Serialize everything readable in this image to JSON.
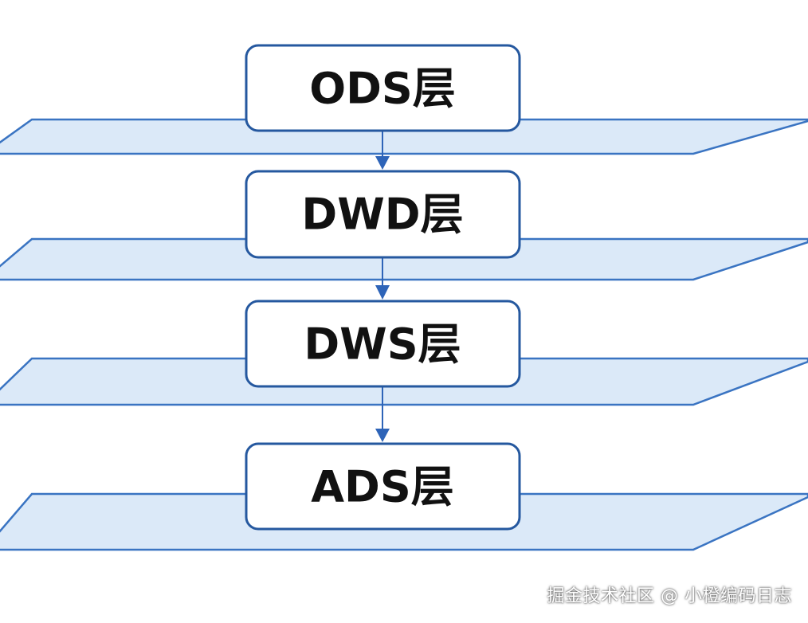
{
  "diagram": {
    "layers": [
      {
        "id": "ods",
        "label": "ODS层"
      },
      {
        "id": "dwd",
        "label": "DWD层"
      },
      {
        "id": "dws",
        "label": "DWS层"
      },
      {
        "id": "ads",
        "label": "ADS层"
      }
    ],
    "flow": [
      {
        "from": "ods",
        "to": "dwd"
      },
      {
        "from": "dwd",
        "to": "dws"
      },
      {
        "from": "dws",
        "to": "ads"
      }
    ]
  },
  "colors": {
    "plane_fill": "#dbe9f8",
    "plane_stroke": "#3a74c2",
    "box_stroke": "#25589f",
    "arrow": "#2e64b8",
    "label_text": "#111111"
  },
  "watermark": {
    "text": "掘金技术社区 @ 小橙编码日志"
  }
}
